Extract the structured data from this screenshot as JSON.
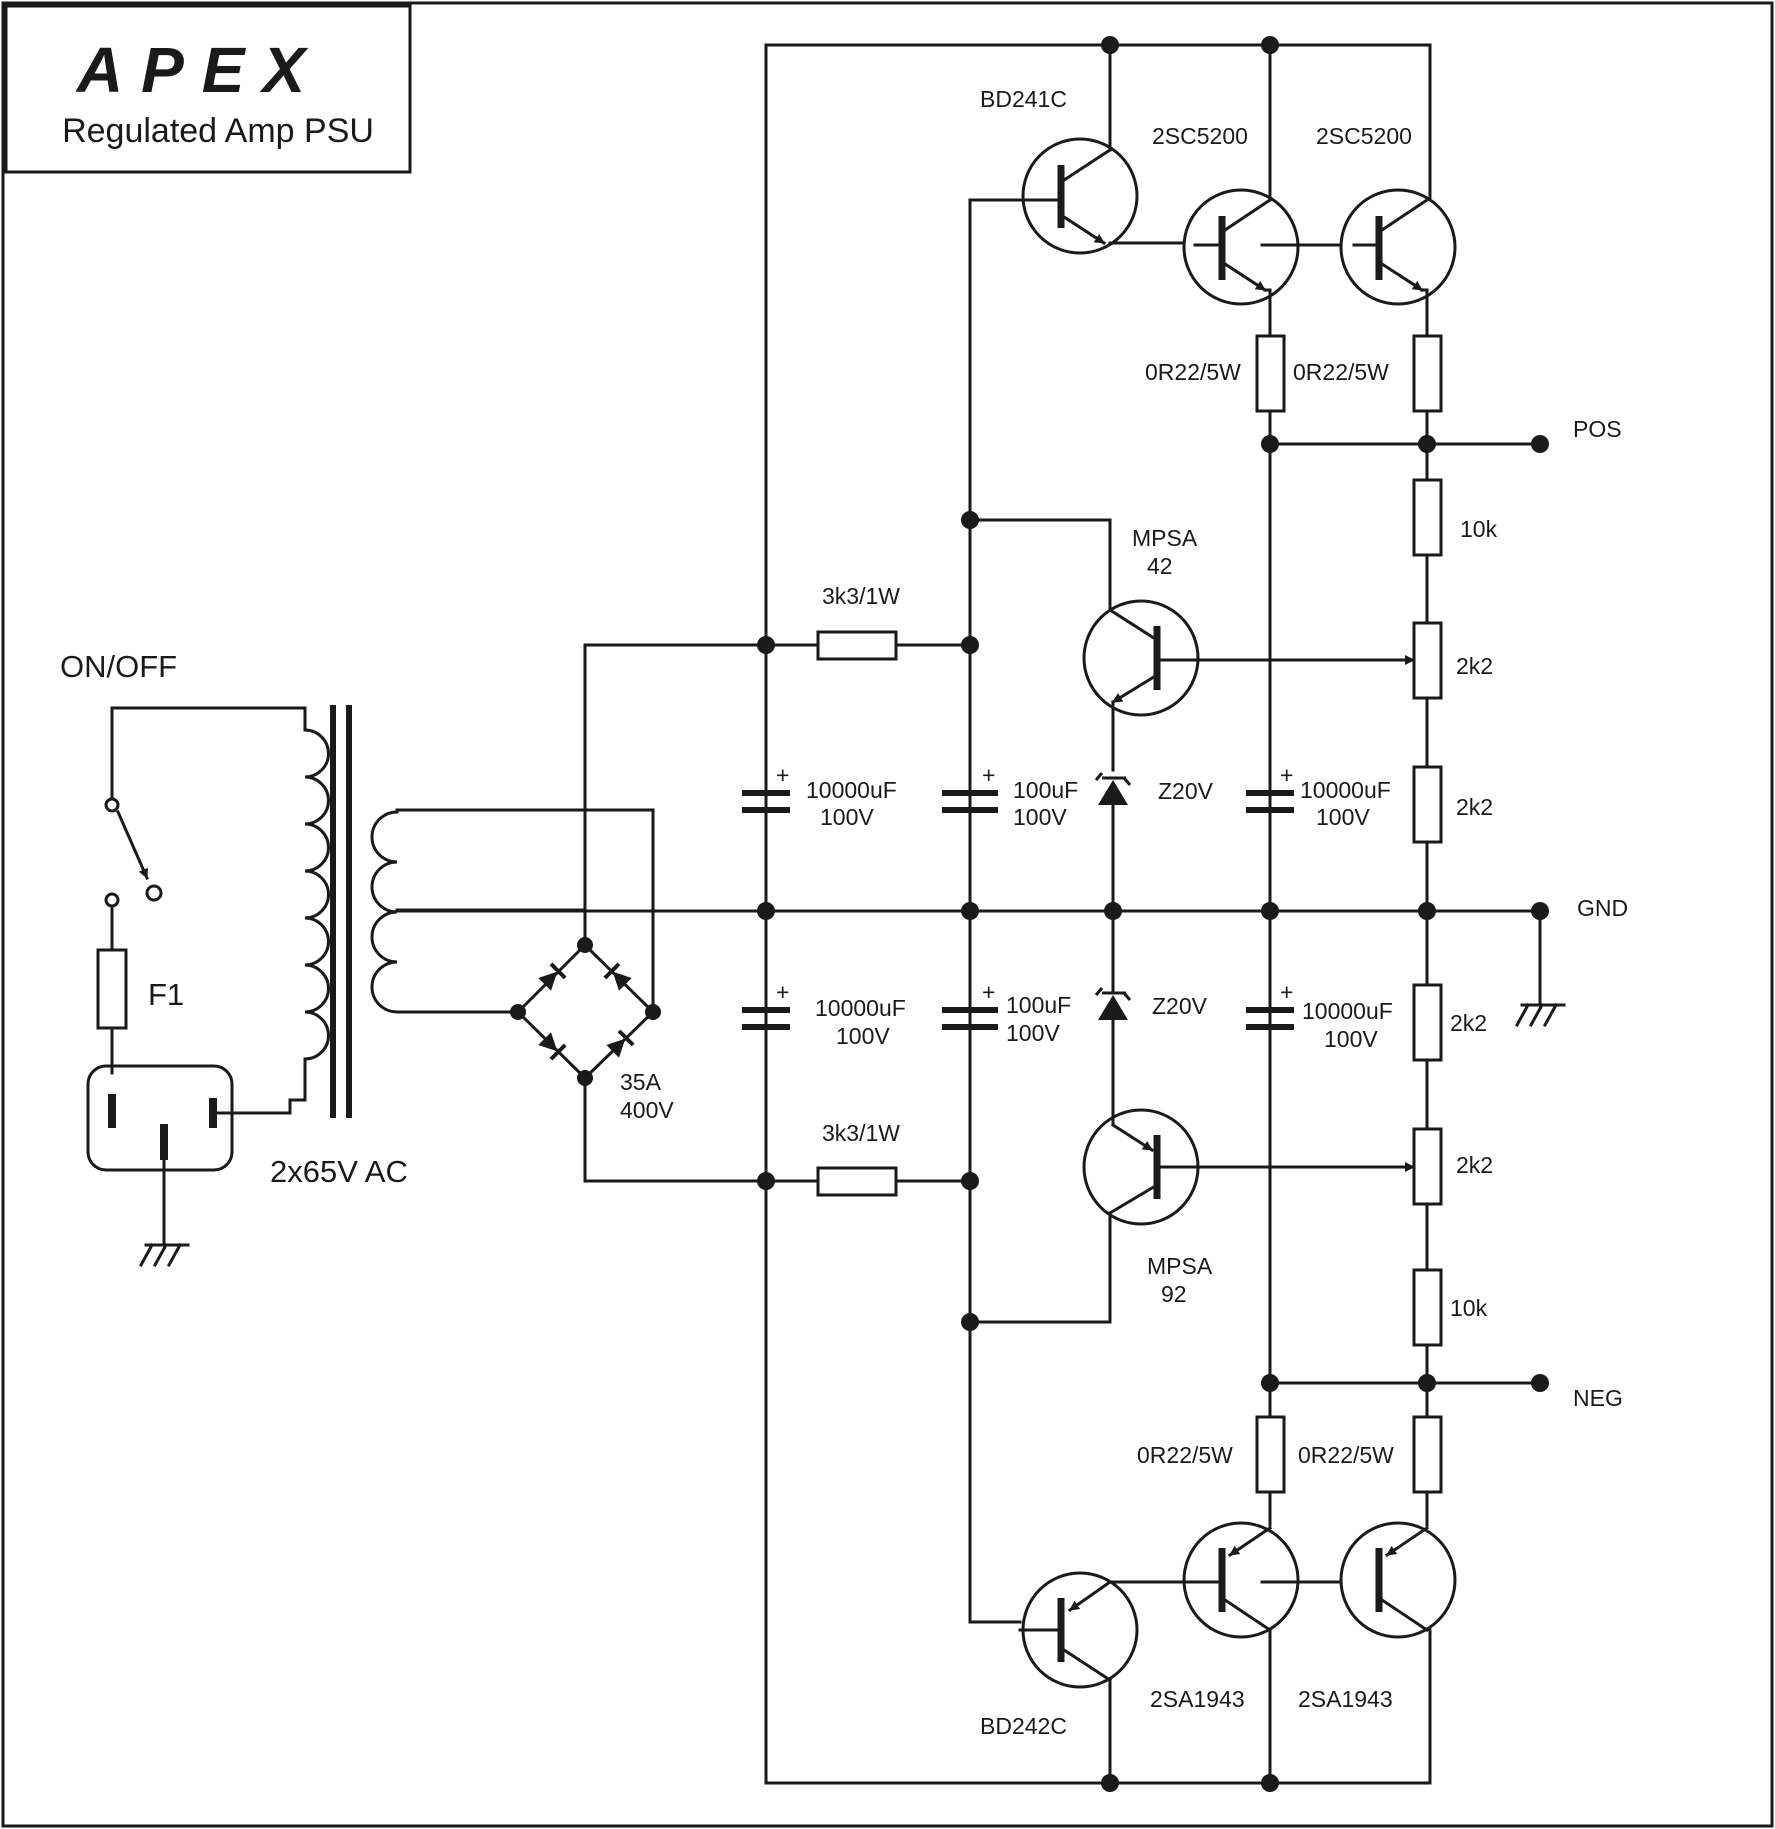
{
  "header": {
    "logo": "APEX",
    "subtitle": "Regulated Amp PSU"
  },
  "labels": {
    "switch": "ON/OFF",
    "fuse": "F1",
    "transformer": "2x65V AC",
    "bridge_current": "35A",
    "bridge_voltage": "400V",
    "q_pos_driver": "BD241C",
    "q_pos_out1": "2SC5200",
    "q_pos_out2": "2SC5200",
    "q_neg_driver": "BD242C",
    "q_neg_out1": "2SA1943",
    "q_neg_out2": "2SA1943",
    "q_pos_ref_line1": "MPSA",
    "q_pos_ref_line2": "42",
    "q_neg_ref_line1": "MPSA",
    "q_neg_ref_line2": "92",
    "r_pos_emitter1": "0R22/5W",
    "r_pos_emitter2": "0R22/5W",
    "r_neg_emitter1": "0R22/5W",
    "r_neg_emitter2": "0R22/5W",
    "r_pos_feed": "3k3/1W",
    "r_neg_feed": "3k3/1W",
    "r_pos_top": "10k",
    "pot_pos": "2k2",
    "r_pos_bottom": "2k2",
    "r_neg_top": "2k2",
    "pot_neg": "2k2",
    "r_neg_bottom": "10k",
    "c1_value": "10000uF",
    "c1_voltage": "100V",
    "c2_value": "100uF",
    "c2_voltage": "100V",
    "c3_value": "10000uF",
    "c3_voltage": "100V",
    "c4_value": "10000uF",
    "c4_voltage": "100V",
    "c5_value": "100uF",
    "c5_voltage": "100V",
    "c6_value": "10000uF",
    "c6_voltage": "100V",
    "zener_pos": "Z20V",
    "zener_neg": "Z20V",
    "plus_sign": "+",
    "out_pos": "POS",
    "out_gnd": "GND",
    "out_neg": "NEG"
  }
}
